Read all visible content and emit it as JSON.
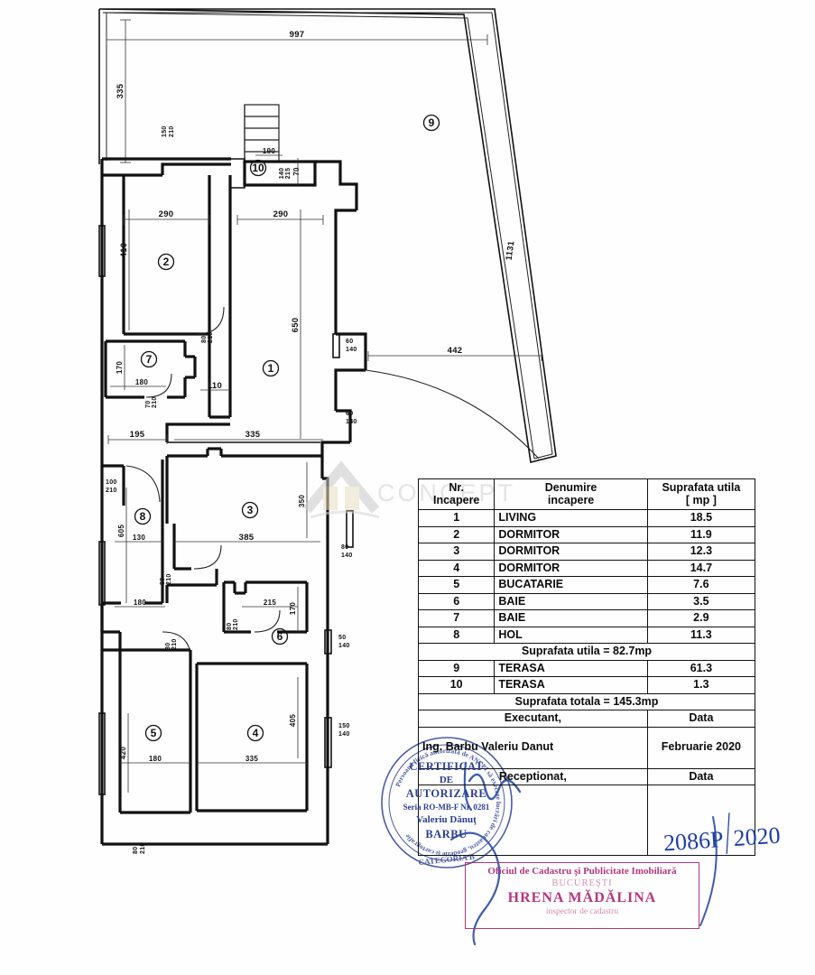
{
  "document": {
    "type": "cadastral-floor-plan",
    "watermark_text": "CONCEPT",
    "watermark_icon": "house-logo-icon"
  },
  "table": {
    "headers": {
      "nr_line1": "Nr.",
      "nr_line2": "Incapere",
      "name_line1": "Denumire",
      "name_line2": "incapere",
      "area_line1": "Suprafata utila",
      "area_line2": "[ mp ]"
    },
    "rows": [
      {
        "nr": "1",
        "name": "LIVING",
        "area": "18.5"
      },
      {
        "nr": "2",
        "name": "DORMITOR",
        "area": "11.9"
      },
      {
        "nr": "3",
        "name": "DORMITOR",
        "area": "12.3"
      },
      {
        "nr": "4",
        "name": "DORMITOR",
        "area": "14.7"
      },
      {
        "nr": "5",
        "name": "BUCATARIE",
        "area": "7.6"
      },
      {
        "nr": "6",
        "name": "BAIE",
        "area": "3.5"
      },
      {
        "nr": "7",
        "name": "BAIE",
        "area": "2.9"
      },
      {
        "nr": "8",
        "name": "HOL",
        "area": "11.3"
      }
    ],
    "subtotal": "Suprafata utila = 82.7mp",
    "rows_terrace": [
      {
        "nr": "9",
        "name": "TERASA",
        "area": "61.3"
      },
      {
        "nr": "10",
        "name": "TERASA",
        "area": "1.3"
      }
    ],
    "total": "Suprafata totala = 145.3mp",
    "signature_block": {
      "executant_label": "Executant,",
      "executant_date_label": "Data",
      "executant_name": "Ing. Barbu Valeriu Danut",
      "executant_date": "Februarie 2020",
      "receptionat_label": "Receptionat,",
      "receptionat_date_label": "Data",
      "receptionat_date_handwritten": "2086P",
      "receptionat_year_handwritten": "2020"
    }
  },
  "stamps": {
    "round_authorization": {
      "line1": "CERTIFICAT",
      "line2": "DE",
      "line3": "AUTORIZARE",
      "line4": "Seria RO-MB-F Nr. 0281",
      "line5": "Valeriu Dănuţ",
      "line6": "BARBU",
      "ring_text": "Persoană fizică autorizată de ANCPI să execute lucrări de cadastru, geodezie şi cartografie",
      "ring_bottom": "CATEGORIA B",
      "color": "#2b3f8f"
    },
    "pink_office": {
      "line1": "Oficiul de Cadastru şi Publicitate Imobiliară",
      "line2": "BUCUREŞTI",
      "line3": "HRENA MĂDĂLINA",
      "line4": "inspector de cadastru",
      "color": "#b4377e"
    }
  },
  "plan": {
    "room_numbers": [
      "1",
      "2",
      "3",
      "4",
      "5",
      "6",
      "7",
      "8",
      "9",
      "10"
    ],
    "dimensions": {
      "terrace_top_width": "997",
      "terrace_left_height": "335",
      "terrace_right_slant": "1131",
      "terrace_bottom_width": "442",
      "room10_width": "190",
      "room10_depth": "70",
      "room10_door": "140/215",
      "room2_width": "290",
      "room2_height": "410",
      "room1_width": "290",
      "room1_height": "650",
      "room7_height": "170",
      "room7_width": "180",
      "room7_door": "70/210",
      "corridor_110": "110",
      "span_195": "195",
      "span_335_mid": "335",
      "entry_door": "100/210",
      "hall8_length": "605",
      "hall8_width": "130",
      "room3_width": "385",
      "room3_height": "350",
      "room6_width": "215",
      "room6_height": "170",
      "span_180": "180",
      "room5_width": "180",
      "room5_height": "420",
      "room4_width": "335",
      "room4_height": "405",
      "window_150_140": "150/140",
      "window_60_140": "60/140",
      "window_80_140": "80/140",
      "door_80_210": "80/210",
      "window_150_210": "150/210"
    }
  }
}
